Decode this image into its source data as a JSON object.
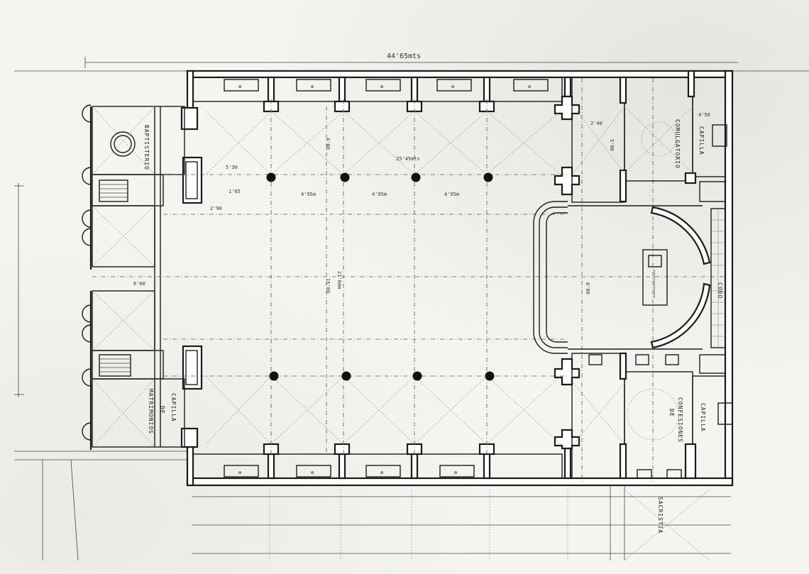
{
  "labels": {
    "baptisterio": "BAPTISTERIO",
    "comulgatorio": "COMULGATORIO",
    "capilla_top": "CAPILLA",
    "capilla_mat": "CAPILLA",
    "de_mat": "DE",
    "matrimonios": "MATRIMONIOS",
    "confesiones": "CONFESIONES",
    "de_conf": "DE",
    "capilla_bottom": "CAPILLA",
    "sacristia": "SACRISTIA",
    "coro": "CORO"
  },
  "dimensions": {
    "overall_width": "44'65mts",
    "span_495_a": "4'95m",
    "span_495_b": "4'95m",
    "span_495_c": "4'95m",
    "nave_length": "21'60m",
    "inner_width": "25'45mts",
    "d_530": "5'30",
    "d_165": "1'65",
    "d_600": "6'00",
    "d_1500": "15'00",
    "d_600b": "6'00",
    "d_400": "4'00",
    "d_500": "5'00",
    "d_240": "2'40",
    "d_450": "4'50",
    "d_290": "2'90"
  },
  "colors": {
    "ink": "#1b1b1b",
    "paper": "#f5f4f0"
  },
  "icons": {
    "cross": "cross-icon",
    "font": "baptismal-font-icon",
    "column": "column-icon"
  }
}
